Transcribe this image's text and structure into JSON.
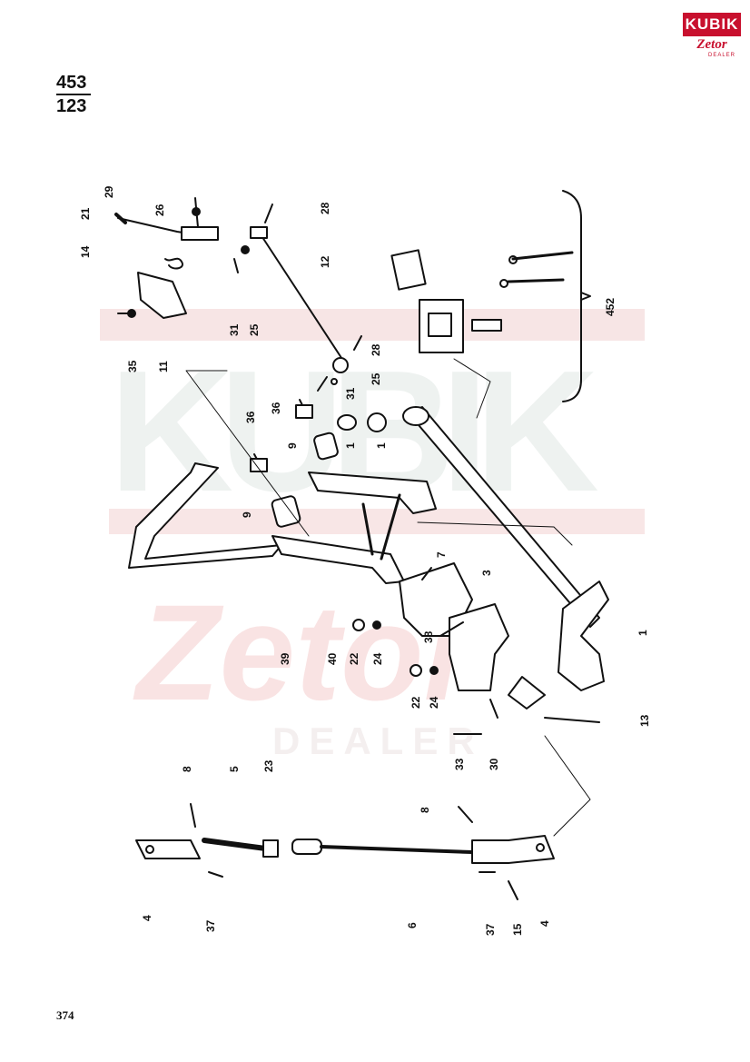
{
  "header": {
    "ref_top": "453",
    "ref_bottom": "123"
  },
  "logo": {
    "brand": "KUBIK",
    "sub": "Zetor",
    "dealer": "DEALER"
  },
  "watermark": {
    "brand": "KUBIK",
    "sub": "Zetor",
    "dealer": "DEALER"
  },
  "group_label": "452",
  "page_number": "374",
  "callouts": [
    "29",
    "26",
    "21",
    "28",
    "14",
    "12",
    "31",
    "25",
    "35",
    "11",
    "28",
    "25",
    "31",
    "36",
    "36",
    "9",
    "1",
    "1",
    "9",
    "7",
    "3",
    "39",
    "40",
    "22",
    "24",
    "38",
    "22",
    "24",
    "30",
    "33",
    "13",
    "1",
    "8",
    "5",
    "23",
    "8",
    "4",
    "37",
    "6",
    "37",
    "15",
    "4"
  ],
  "colors": {
    "brand_red": "#c8102e",
    "ink": "#111111",
    "watermark": "#f3d3d3"
  }
}
